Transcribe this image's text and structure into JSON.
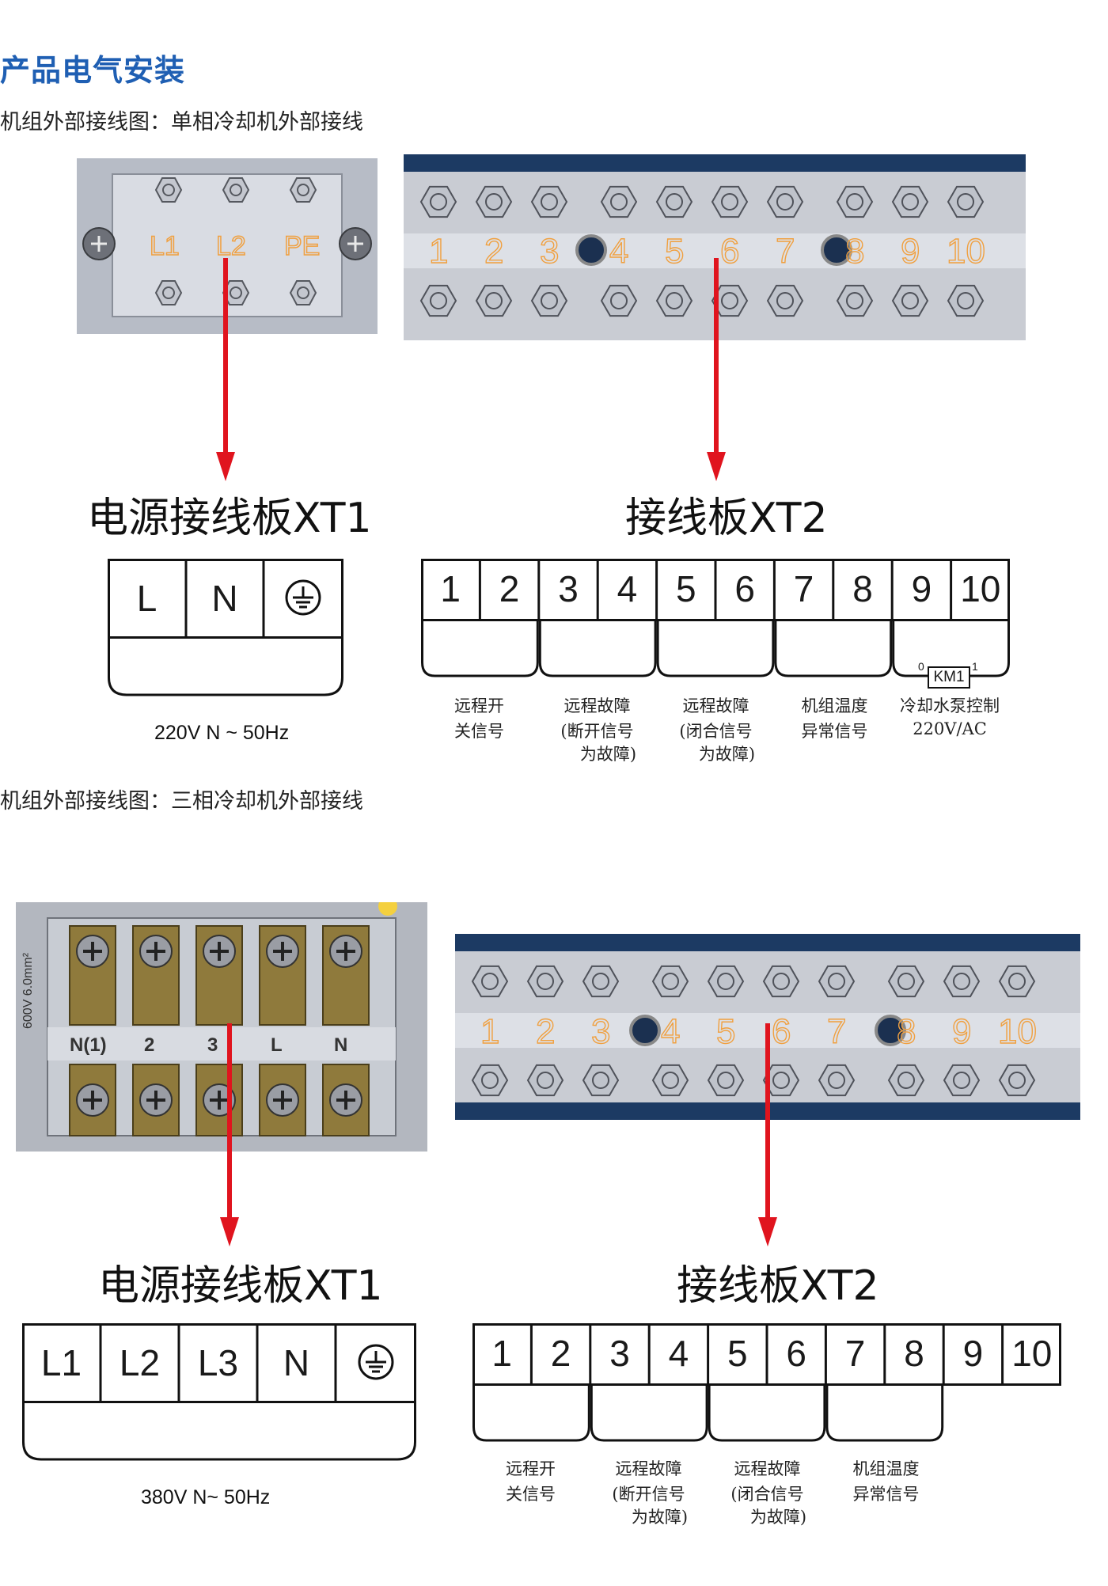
{
  "title": "产品电气安装",
  "section1": {
    "subtitle": "机组外部接线图：单相冷却机外部接线",
    "photo_xt1_labels": [
      "L1",
      "L2",
      "PE"
    ],
    "photo_xt2_numbers": [
      "1",
      "2",
      "3",
      "4",
      "5",
      "6",
      "7",
      "8",
      "9",
      "10"
    ],
    "xt1": {
      "title": "电源接线板XT1",
      "terminals": [
        "L",
        "N"
      ],
      "ground_icon": "ground-icon",
      "voltage": "220V N ~  50Hz"
    },
    "xt2": {
      "title": "接线板XT2",
      "terminals": [
        "1",
        "2",
        "3",
        "4",
        "5",
        "6",
        "7",
        "8",
        "9",
        "10"
      ],
      "groups": [
        {
          "line1": "远程开",
          "line2": "关信号",
          "line3": ""
        },
        {
          "line1": "远程故障",
          "line2": "(断开信号",
          "line3": "为故障)"
        },
        {
          "line1": "远程故障",
          "line2": "(闭合信号",
          "line3": "为故障)"
        },
        {
          "line1": "机组温度",
          "line2": "异常信号",
          "line3": ""
        },
        {
          "line1": "冷却水泵控制",
          "line2": "220V/AC",
          "line3": ""
        }
      ],
      "relay": {
        "label": "KM1",
        "left_pin": "0",
        "right_pin": "1"
      }
    }
  },
  "section2": {
    "subtitle": "机组外部接线图：三相冷却机外部接线",
    "photo_xt1_labels": [
      "N(1)",
      "2",
      "3",
      "L",
      "N"
    ],
    "photo_xt1_side_text": "600V 6.0mm²",
    "photo_xt2_numbers": [
      "1",
      "2",
      "3",
      "4",
      "5",
      "6",
      "7",
      "8",
      "9",
      "10"
    ],
    "xt1": {
      "title": "电源接线板XT1",
      "terminals": [
        "L1",
        "L2",
        "L3",
        "N"
      ],
      "ground_icon": "ground-icon",
      "voltage": "380V  N~  50Hz"
    },
    "xt2": {
      "title": "接线板XT2",
      "terminals": [
        "1",
        "2",
        "3",
        "4",
        "5",
        "6",
        "7",
        "8",
        "9",
        "10"
      ],
      "groups": [
        {
          "line1": "远程开",
          "line2": "关信号",
          "line3": ""
        },
        {
          "line1": "远程故障",
          "line2": "(断开信号",
          "line3": "为故障)"
        },
        {
          "line1": "远程故障",
          "line2": "(闭合信号",
          "line3": "为故障)"
        },
        {
          "line1": "机组温度",
          "line2": "异常信号",
          "line3": ""
        }
      ]
    }
  },
  "colors": {
    "title_blue": "#1f5fb3",
    "arrow_red": "#e0141e",
    "terminal_orange": "#f0a040"
  }
}
